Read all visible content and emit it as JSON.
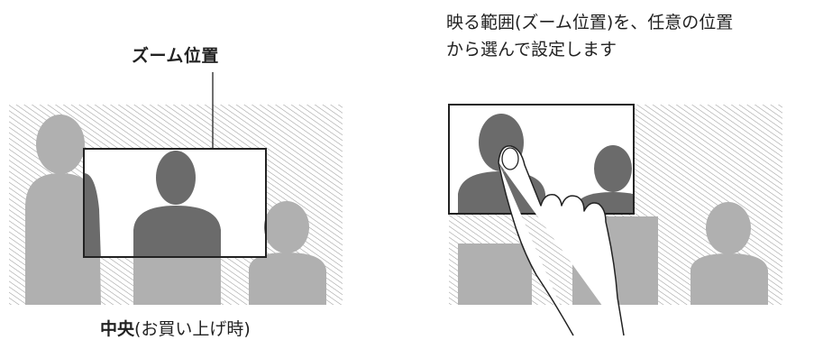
{
  "left_panel": {
    "zoom_label": "ズーム位置",
    "caption_bold": "中央",
    "caption_rest": "(お買い上げ時)"
  },
  "right_panel": {
    "description_line1": "映る範囲(ズーム位置)を、任意の位置",
    "description_line2": "から選んで設定します"
  },
  "colors": {
    "silhouette": "#6b6b6b",
    "hatch_silhouette": "#b0b0b0",
    "hatch_line": "#9a9a9a",
    "frame": "#222222"
  }
}
